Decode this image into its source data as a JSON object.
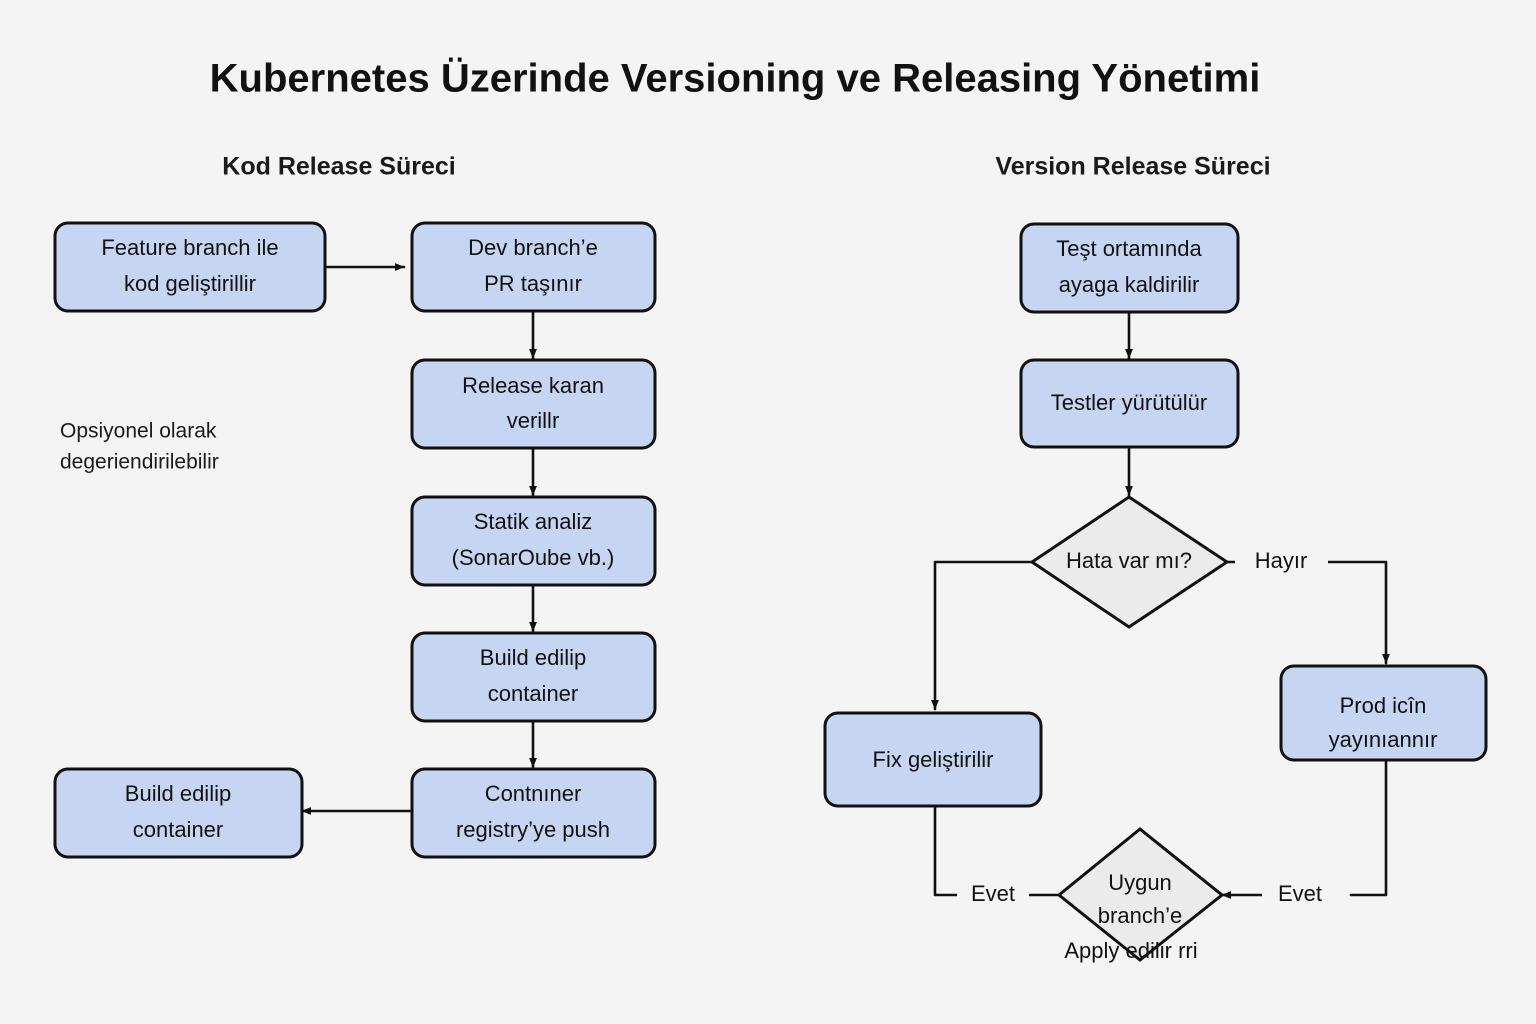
{
  "page": {
    "title": "Kubernetes Üzerinde Versioning ve Releasing Yönetimi",
    "background_color": "#f4f4f4",
    "node_fill_color": "#c6d6f2",
    "decision_fill_color": "#ebebeb",
    "stroke_color": "#111111"
  },
  "columns": {
    "left": {
      "heading": "Kod Release Süreci"
    },
    "right": {
      "heading": "Version Release Süreci"
    }
  },
  "notes": {
    "optional": {
      "line1": "Opsiyonel olarak",
      "line2": "degeriendirilebilir"
    }
  },
  "left_flow": {
    "nodes": [
      {
        "id": "feature-branch",
        "line1": "Feature branch ile",
        "line2": "kod geliştirillir"
      },
      {
        "id": "dev-branch-pr",
        "line1": "Dev branch’e",
        "line2": "PR taşınır"
      },
      {
        "id": "release-karar",
        "line1": "Release karan",
        "line2": "verillr"
      },
      {
        "id": "statik-analiz",
        "line1": "Statik analiz",
        "line2": "(SonarOube vb.)"
      },
      {
        "id": "build-container",
        "line1": "Build edilip",
        "line2": "container"
      },
      {
        "id": "registry-push",
        "line1": "Contnıner",
        "line2": "registry’ye push"
      },
      {
        "id": "build-container-2",
        "line1": "Build edilip",
        "line2": "container"
      }
    ]
  },
  "right_flow": {
    "nodes": [
      {
        "id": "test-ortami",
        "line1": "Teşt ortamında",
        "line2": "ayaga kaldirilir"
      },
      {
        "id": "testler",
        "line1": "Testler yürütülür",
        "line2": ""
      },
      {
        "id": "fix",
        "line1": "Fix geliştirilir",
        "line2": ""
      },
      {
        "id": "prod-yayin",
        "line1": "Prod icîn",
        "line2": "yayınıannır"
      }
    ],
    "decisions": [
      {
        "id": "hata-var-mi",
        "line1": "Hata var mı?",
        "line2": "",
        "line3": ""
      },
      {
        "id": "uygun-branch",
        "line1": "Uygun",
        "line2": "branch’e",
        "line3": "Apply edilir rri"
      }
    ],
    "edge_labels": {
      "hayir": "Hayır",
      "evet_left": "Evet",
      "evet_right": "Evet"
    }
  }
}
